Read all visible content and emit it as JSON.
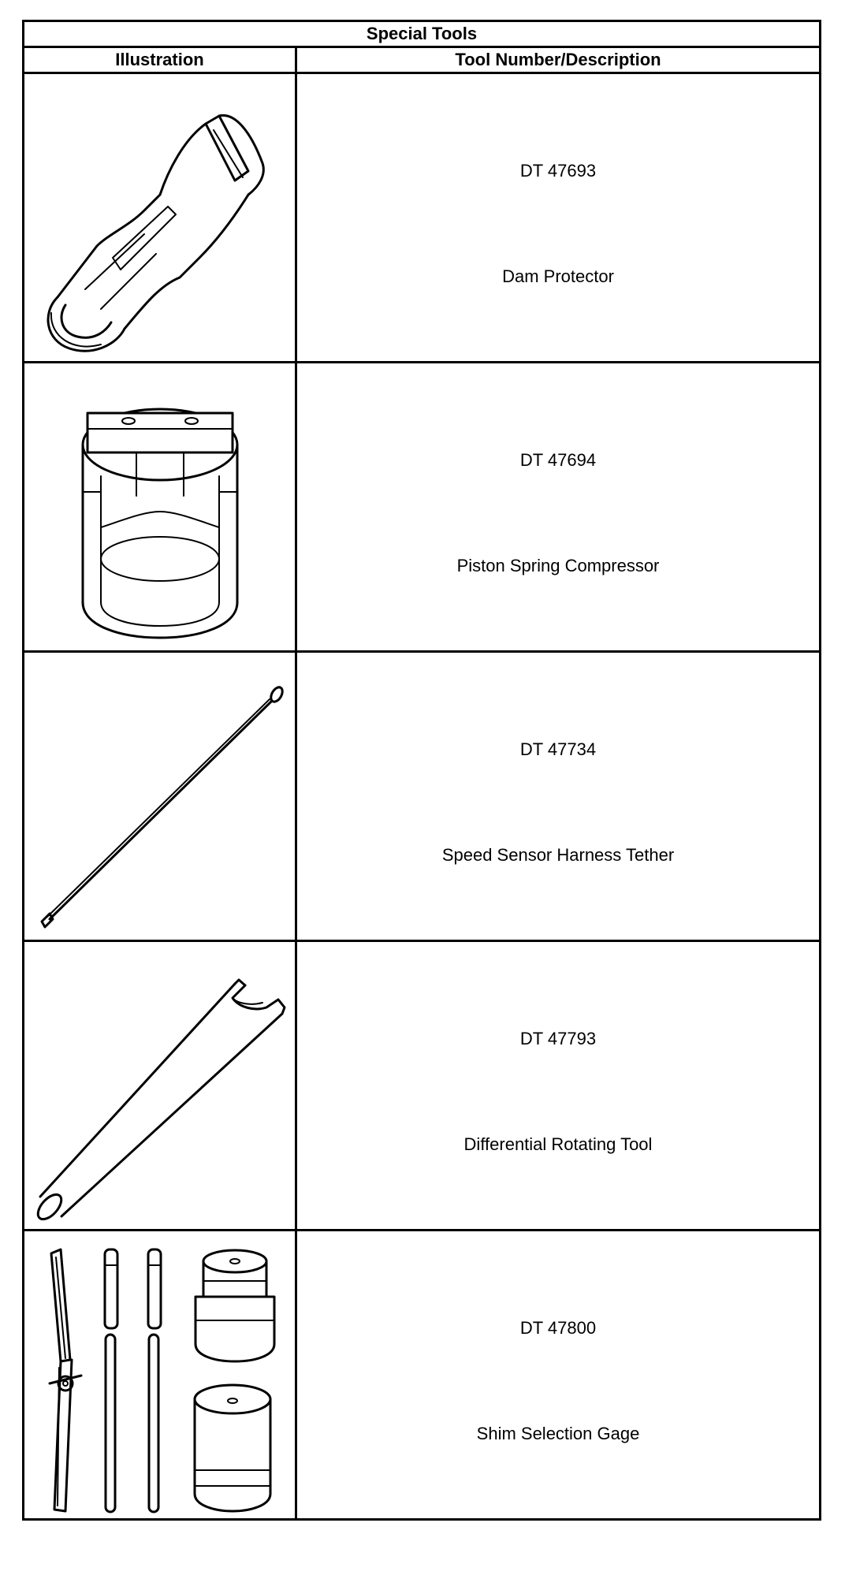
{
  "table": {
    "title": "Special Tools",
    "headers": {
      "illustration": "Illustration",
      "description": "Tool Number/Description"
    },
    "tools": [
      {
        "number": "DT 47693",
        "name": "Dam Protector",
        "icon": "dam-protector-illustration"
      },
      {
        "number": "DT 47694",
        "name": "Piston Spring Compressor",
        "icon": "piston-spring-compressor-illustration"
      },
      {
        "number": "DT 47734",
        "name": "Speed Sensor Harness Tether",
        "icon": "speed-sensor-harness-tether-illustration"
      },
      {
        "number": "DT 47793",
        "name": "Differential Rotating Tool",
        "icon": "differential-rotating-tool-illustration"
      },
      {
        "number": "DT 47800",
        "name": "Shim Selection Gage",
        "icon": "shim-selection-gage-illustration"
      }
    ]
  }
}
